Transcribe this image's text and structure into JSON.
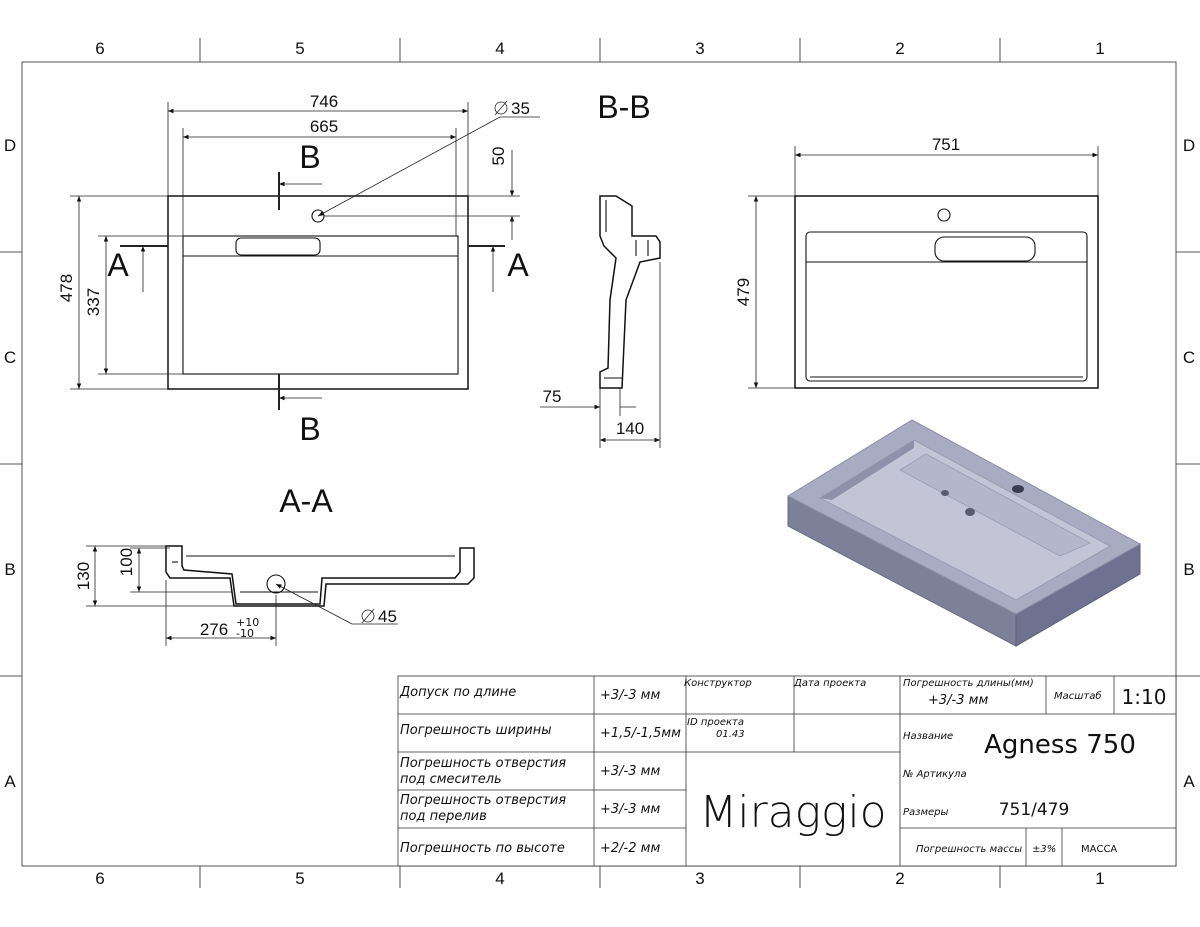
{
  "zones": {
    "columns": [
      "6",
      "5",
      "4",
      "3",
      "2",
      "1"
    ],
    "rows": [
      "D",
      "C",
      "B",
      "A"
    ]
  },
  "views": {
    "top": {
      "dims": {
        "width_overall": "746",
        "width_bowl": "665",
        "hole_diameter": "35",
        "hole_offset": "50",
        "depth_overall": "478",
        "depth_bowl": "337"
      },
      "section_marks": {
        "b_top": "B",
        "b_bottom": "B",
        "a_left": "A",
        "a_right": "A"
      }
    },
    "section_bb": {
      "title": "B-B",
      "dims": {
        "wall": "75",
        "height": "140"
      }
    },
    "right": {
      "dims": {
        "width": "751",
        "depth": "479"
      }
    },
    "section_aa": {
      "title": "A-A",
      "dims": {
        "outer_height": "130",
        "bowl_height": "100",
        "drain_offset": "276",
        "drain_tol_plus": "+10",
        "drain_tol_minus": "-10",
        "drain_diameter": "45"
      }
    }
  },
  "title_block": {
    "tolerances": [
      {
        "label": "Допуск по длине",
        "value": "+3/-3 мм"
      },
      {
        "label": "Погрешность ширины",
        "value": "+1,5/-1,5мм"
      },
      {
        "label": "Погрешность отверстия под смеситель",
        "label_line1": "Погрешность отверстия",
        "label_line2": "под смеситель",
        "value": "+3/-3 мм"
      },
      {
        "label": "Погрешность отверстия под перелив",
        "label_line1": "Погрешность отверстия",
        "label_line2": "под перелив",
        "value": "+3/-3 мм"
      },
      {
        "label": "Погрешность по высоте",
        "value": "+2/-2 мм"
      }
    ],
    "designer_label": "Конструктор",
    "project_date_label": "Дата проекта",
    "project_id_label": "ID проекта",
    "project_id": "01.43",
    "brand": "Miraggio",
    "length_error_label": "Погрешность длины(мм)",
    "length_error_value": "+3/-3 мм",
    "scale_label": "Масштаб",
    "scale_value": "1:10",
    "name_label": "Название",
    "name_value": "Agness 750",
    "article_label": "№ Артикула",
    "sizes_label": "Размеры",
    "sizes_value": "751/479",
    "mass_error_label": "Погрешность массы",
    "mass_error_value": "±3%",
    "mass_label": "МАССА"
  },
  "colors": {
    "render_body": "#8e90aa",
    "render_top": "#a9abc2",
    "render_bowl": "#c3c5d6",
    "line": "#111111"
  }
}
